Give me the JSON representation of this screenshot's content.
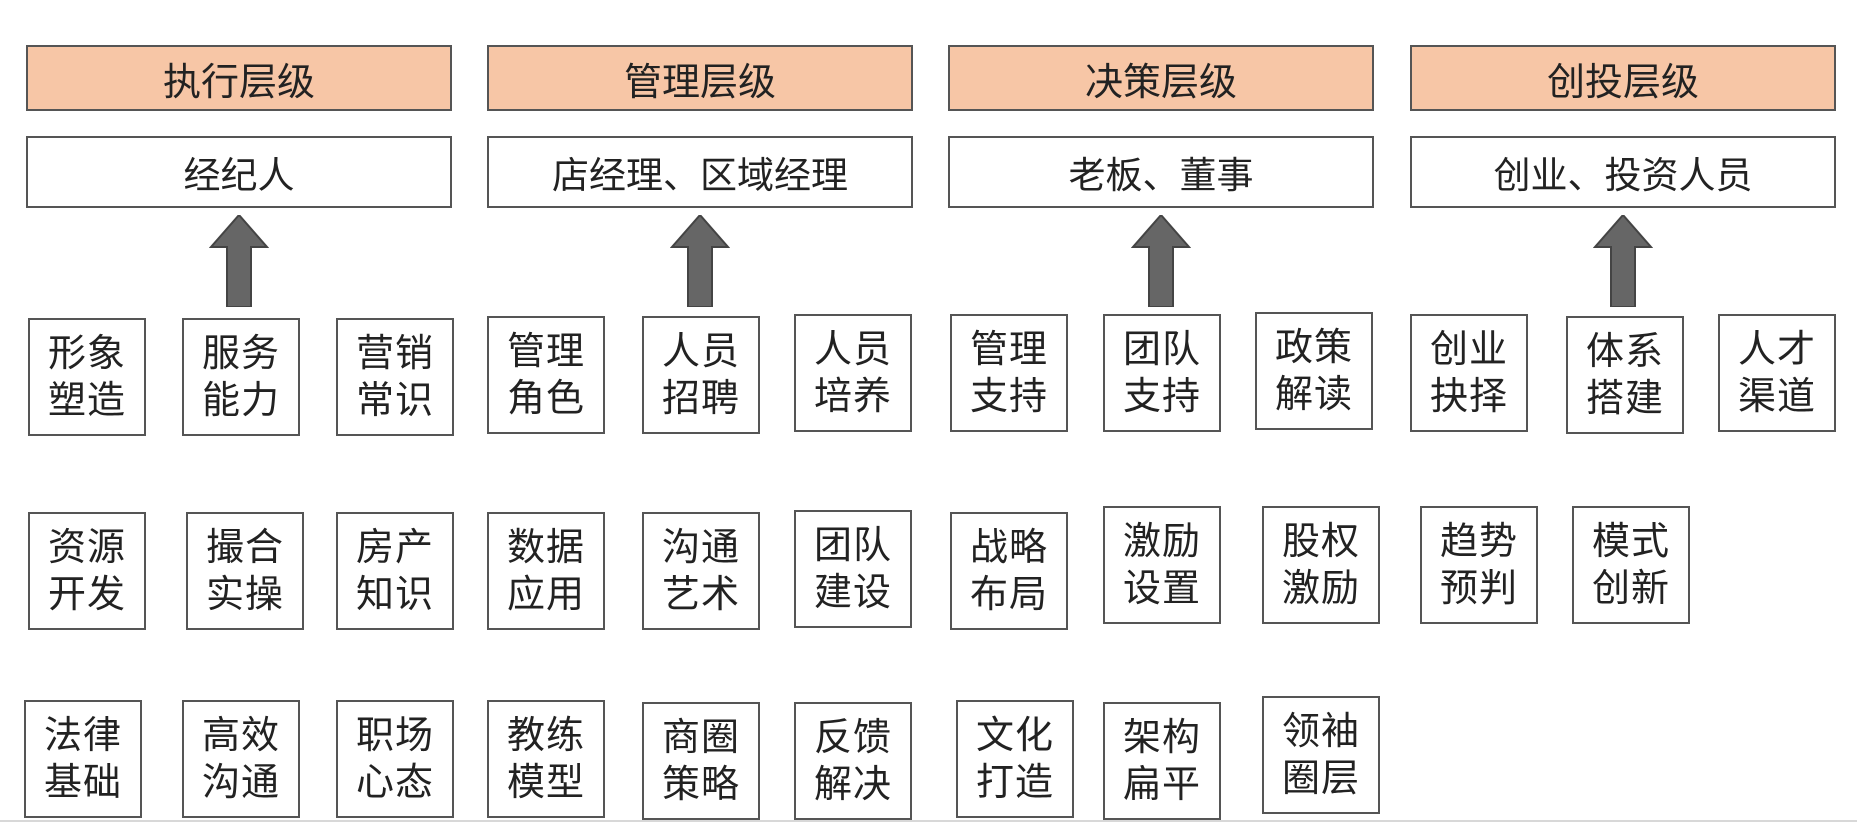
{
  "colors": {
    "header_fill": "#f7c6a6",
    "border": "#555555",
    "arrow": "#666666"
  },
  "columns": [
    {
      "level": "执行层级",
      "role": "经纪人",
      "rows": [
        [
          "形象塑造",
          "服务能力",
          "营销常识"
        ],
        [
          "资源开发",
          "撮合实操",
          "房产知识"
        ],
        [
          "法律基础",
          "高效沟通",
          "职场心态"
        ]
      ]
    },
    {
      "level": "管理层级",
      "role": "店经理、区域经理",
      "rows": [
        [
          "管理角色",
          "人员招聘",
          "人员培养"
        ],
        [
          "数据应用",
          "沟通艺术",
          "团队建设"
        ],
        [
          "教练模型",
          "商圈策略",
          "反馈解决"
        ]
      ]
    },
    {
      "level": "决策层级",
      "role": "老板、董事",
      "rows": [
        [
          "管理支持",
          "团队支持",
          "政策解读"
        ],
        [
          "战略布局",
          "激励设置",
          "股权激励"
        ],
        [
          "文化打造",
          "架构扁平",
          "领袖圈层"
        ]
      ]
    },
    {
      "level": "创投层级",
      "role": "创业、投资人员",
      "rows": [
        [
          "创业抉择",
          "体系搭建",
          "人才渠道"
        ],
        [
          "趋势预判",
          "模式创新"
        ]
      ]
    }
  ]
}
